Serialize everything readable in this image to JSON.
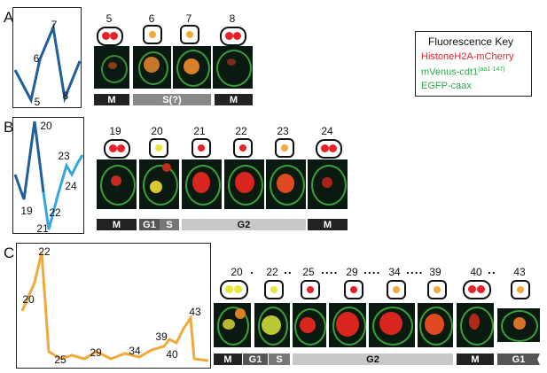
{
  "panels": [
    {
      "letter": "A",
      "chart_points": [
        5,
        6,
        7,
        8
      ],
      "cells": [
        "5",
        "6",
        "7",
        "8"
      ],
      "phases": [
        "M",
        "S(?)",
        "M"
      ]
    },
    {
      "letter": "B",
      "chart_points": [
        19,
        20,
        21,
        22,
        23,
        24
      ],
      "cells": [
        "19",
        "20",
        "21",
        "22",
        "23",
        "24"
      ],
      "phases": [
        "M",
        "G1",
        "S",
        "G2",
        "M"
      ]
    },
    {
      "letter": "C",
      "chart_points": [
        20,
        22,
        25,
        29,
        34,
        39,
        40,
        43
      ],
      "cells": [
        "20",
        "22",
        "25",
        "29",
        "34",
        "39",
        "40",
        "43"
      ],
      "separators": [
        ".",
        "..",
        "....",
        "....",
        "....",
        "..",
        ".."
      ],
      "phases": [
        "M",
        "G1",
        "S",
        "G2",
        "M",
        "G1"
      ]
    }
  ],
  "key": {
    "title": "Fluorescence Key",
    "items": [
      {
        "label": "HistoneH2A-mCherry",
        "color": "#e8202a"
      },
      {
        "label": "mVenus-cdt1",
        "sup": "(aa1-147)",
        "color": "#2aa84a"
      },
      {
        "label": "EGFP-caax",
        "color": "#2aa84a"
      }
    ]
  },
  "colors": {
    "dark_blue": "#1f5f9e",
    "light_blue": "#35a5dc",
    "orange": "#f0a93a",
    "red": "#e8202a",
    "yellow": "#e8e63a",
    "phase_dark": "#222222",
    "phase_mid": "#555555",
    "phase_light": "#c8c8c8"
  }
}
